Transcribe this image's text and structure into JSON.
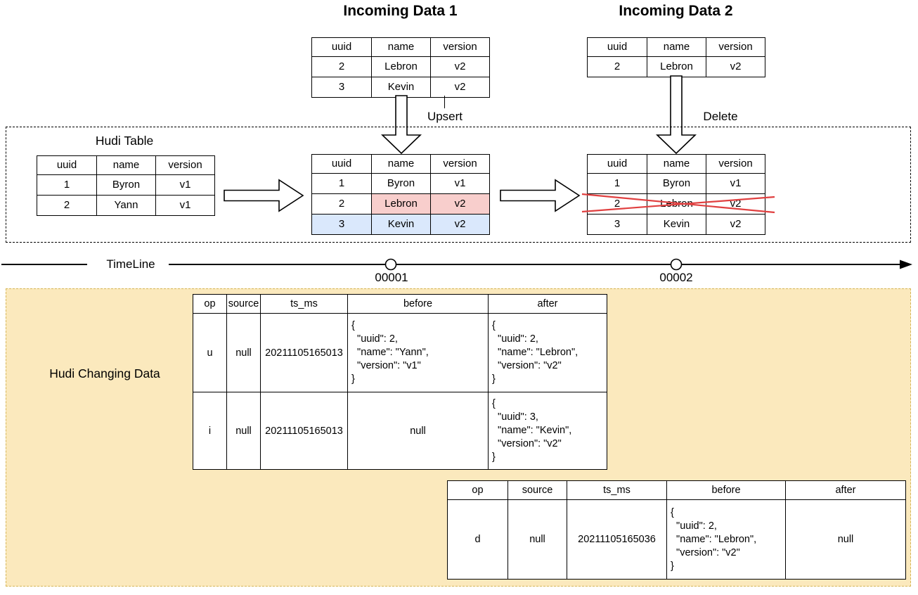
{
  "titles": {
    "incoming1": "Incoming Data 1",
    "incoming2": "Incoming Data 2"
  },
  "labels": {
    "upsert": "Upsert",
    "delete": "Delete",
    "hudi_table": "Hudi Table",
    "timeline": "TimeLine",
    "commit1": "00001",
    "commit2": "00002",
    "hudi_changing_data": "Hudi Changing Data"
  },
  "record_tables": {
    "headers": [
      "uuid",
      "name",
      "version"
    ],
    "incoming1": {
      "rows": [
        [
          "2",
          "Lebron",
          "v2"
        ],
        [
          "3",
          "Kevin",
          "v2"
        ]
      ]
    },
    "incoming2": {
      "rows": [
        [
          "2",
          "Lebron",
          "v2"
        ]
      ]
    },
    "hudi_initial": {
      "rows": [
        [
          "1",
          "Byron",
          "v1"
        ],
        [
          "2",
          "Yann",
          "v1"
        ]
      ]
    },
    "hudi_after_upsert": {
      "rows": [
        [
          "1",
          "Byron",
          "v1"
        ],
        [
          "2",
          "Lebron",
          "v2"
        ],
        [
          "3",
          "Kevin",
          "v2"
        ]
      ]
    },
    "hudi_after_delete": {
      "rows": [
        [
          "1",
          "Byron",
          "v1"
        ],
        [
          "2",
          "Lebron",
          "v2"
        ],
        [
          "3",
          "Kevin",
          "v2"
        ]
      ]
    }
  },
  "cdc_tables": {
    "headers": [
      "op",
      "source",
      "ts_ms",
      "before",
      "after"
    ],
    "commit1": {
      "rows": [
        [
          "u",
          "null",
          "20211105165013",
          "{\n  \"uuid\": 2,\n  \"name\": \"Yann\",\n  \"version\": \"v1\"\n}",
          "{\n  \"uuid\": 2,\n  \"name\": \"Lebron\",\n  \"version\": \"v2\"\n}"
        ],
        [
          "i",
          "null",
          "20211105165013",
          "null",
          "{\n  \"uuid\": 3,\n  \"name\": \"Kevin\",\n  \"version\": \"v2\"\n}"
        ]
      ]
    },
    "commit2": {
      "rows": [
        [
          "d",
          "null",
          "20211105165036",
          "{\n  \"uuid\": 2,\n  \"name\": \"Lebron\",\n  \"version\": \"v2\"\n}",
          "null"
        ]
      ]
    }
  },
  "colors": {
    "updated_cell_fill": "#f8cecc",
    "updated_cell_border": "#b85450",
    "inserted_row_fill": "#dae8fc",
    "inserted_row_border": "#6c8ebf",
    "changing_box_fill": "#fbe9bd",
    "changing_box_border": "#d6b656",
    "delete_cross": "#e04040",
    "line": "#000000"
  }
}
